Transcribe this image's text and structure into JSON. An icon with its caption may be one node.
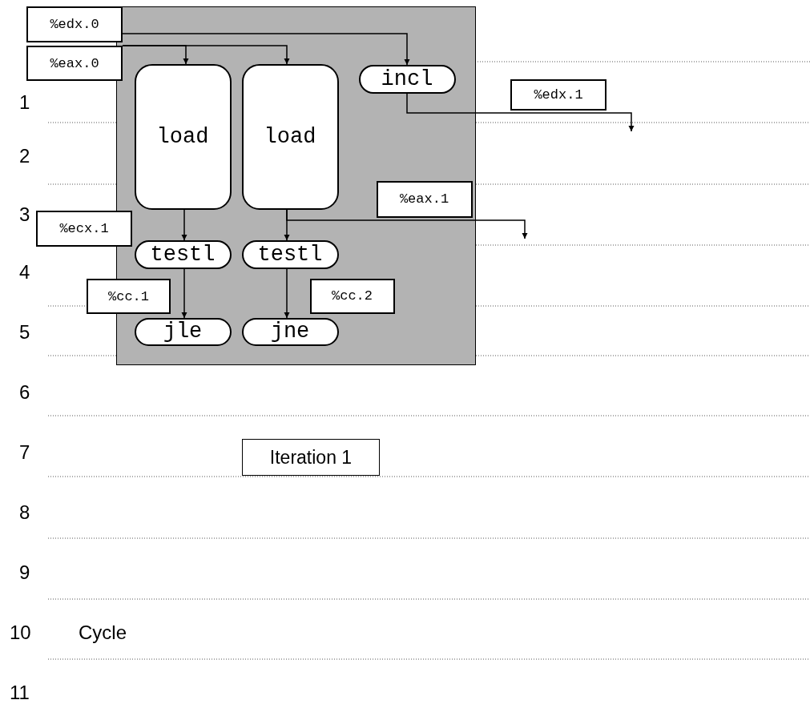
{
  "diagram": {
    "nodes": [
      {
        "text": [],
        "shape": "box"
      },
      {
        "text": [
          "%edx.0"
        ]
      },
      {
        "text": [
          "%eax.0"
        ]
      },
      {
        "text": [
          "load"
        ],
        "in": 0
      },
      {
        "text": [
          "load"
        ],
        "in": 0
      },
      {
        "text": [
          "incl"
        ],
        "in": 0
      },
      {
        "text": [
          "%edx.1"
        ]
      },
      {
        "text": [
          "%eax.1"
        ],
        "in": 0
      },
      {
        "text": [
          "%ecx.1"
        ]
      },
      {
        "text": [
          "testl"
        ],
        "in": 0
      },
      {
        "text": [
          "testl"
        ],
        "in": 0
      },
      {
        "text": [
          "%cc.1"
        ]
      },
      {
        "text": [
          "%cc.2"
        ],
        "in": 0
      },
      {
        "text": [
          "jle"
        ],
        "in": 0
      },
      {
        "text": [
          "jne"
        ],
        "in": 0
      },
      {
        "text": [
          "Iteration 1"
        ]
      }
    ],
    "edges": [
      {
        "from": 1,
        "to": 5,
        "arrow": "to"
      },
      {
        "from": 2,
        "to": 3,
        "arrow": "to"
      },
      {
        "from": 2,
        "to": 4,
        "arrow": "to"
      },
      {
        "from": 5,
        "to": null,
        "arrow": "to"
      },
      {
        "from": 3,
        "to": 9,
        "arrow": "to"
      },
      {
        "from": 4,
        "to": 10,
        "arrow": "to"
      },
      {
        "from": 4,
        "to": null,
        "arrow": "to"
      },
      {
        "from": 9,
        "to": 13,
        "arrow": "to"
      },
      {
        "from": 10,
        "to": 14,
        "arrow": "to"
      }
    ],
    "labels": [
      "1",
      "2",
      "3",
      "4",
      "5",
      "6",
      "7",
      "8",
      "9",
      "10",
      "Cycle",
      "11"
    ]
  }
}
